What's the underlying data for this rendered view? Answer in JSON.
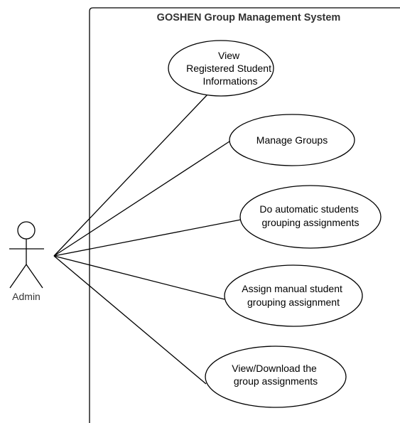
{
  "system": {
    "title": "GOSHEN Group Management System"
  },
  "actor": {
    "label": "Admin"
  },
  "use_cases": [
    {
      "lines": [
        "View",
        "Registered Student",
        "Informations"
      ]
    },
    {
      "lines": [
        "Manage Groups"
      ]
    },
    {
      "lines": [
        "Do automatic students",
        "grouping assignments"
      ]
    },
    {
      "lines": [
        "Assign manual student",
        "grouping assignment"
      ]
    },
    {
      "lines": [
        "View/Download the",
        "group assignments"
      ]
    }
  ],
  "colors": {
    "stroke": "#000000",
    "title": "#333333",
    "background": "#ffffff"
  }
}
